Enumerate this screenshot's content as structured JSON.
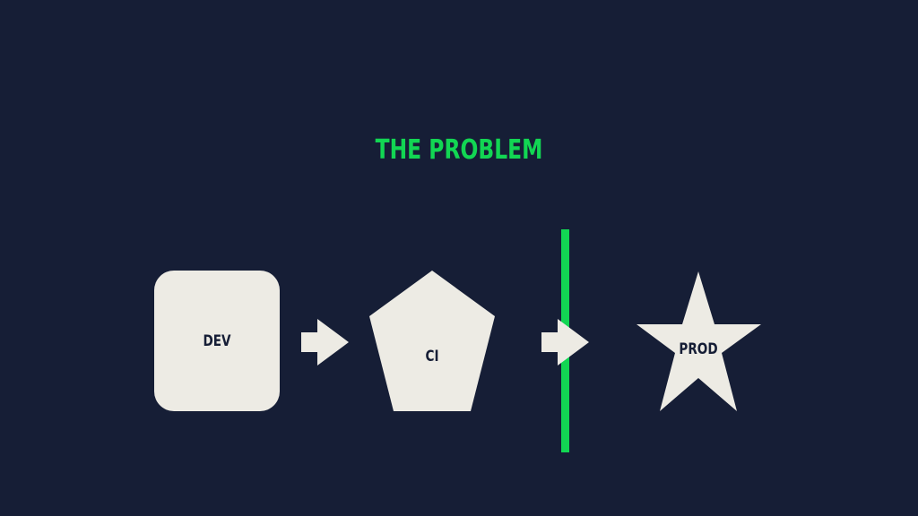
{
  "slide": {
    "title": "THE PROBLEM"
  },
  "nodes": {
    "dev": {
      "label": "DEV"
    },
    "ci": {
      "label": "CI"
    },
    "prod": {
      "label": "PROD"
    }
  },
  "colors": {
    "background": "#161e36",
    "accent": "#12d653",
    "shape_fill": "#edebe4",
    "shape_text": "#161e36"
  }
}
